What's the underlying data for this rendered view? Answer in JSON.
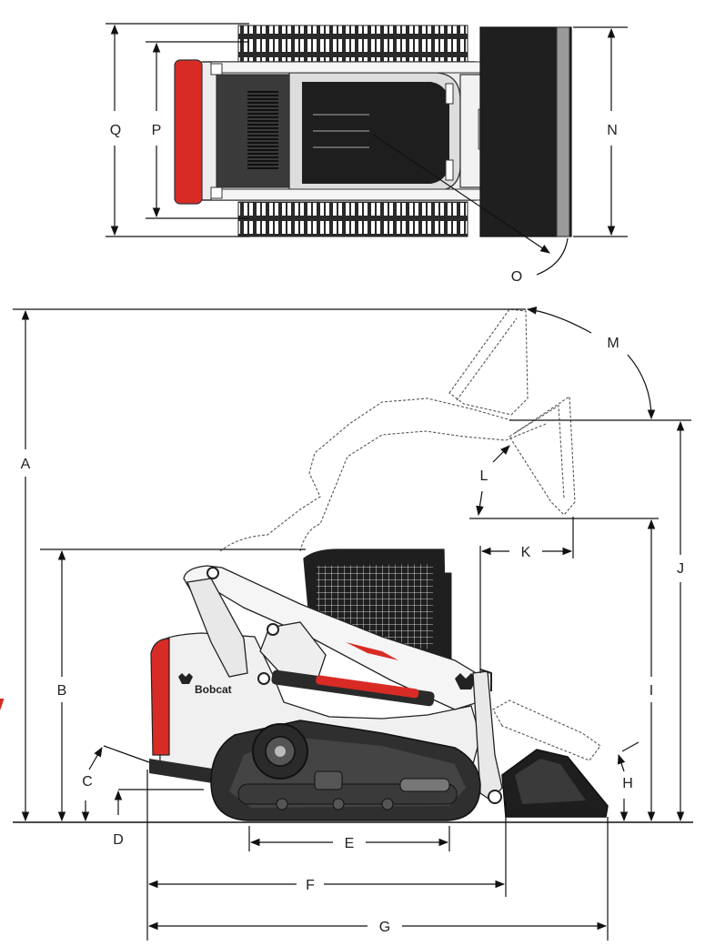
{
  "brand": {
    "logo_text": "Bobcat",
    "colors": {
      "accent": "#d92b25",
      "body": "#f2f2f2",
      "dark": "#2a2a2a",
      "track": "#333333"
    }
  },
  "dimensions": {
    "A": "A",
    "B": "B",
    "C": "C",
    "D": "D",
    "E": "E",
    "F": "F",
    "G": "G",
    "H": "H",
    "I": "I",
    "J": "J",
    "K": "K",
    "L": "L",
    "M": "M",
    "N": "N",
    "O": "O",
    "P": "P",
    "Q": "Q"
  },
  "icons": [
    "bobcat-logo-icon"
  ]
}
